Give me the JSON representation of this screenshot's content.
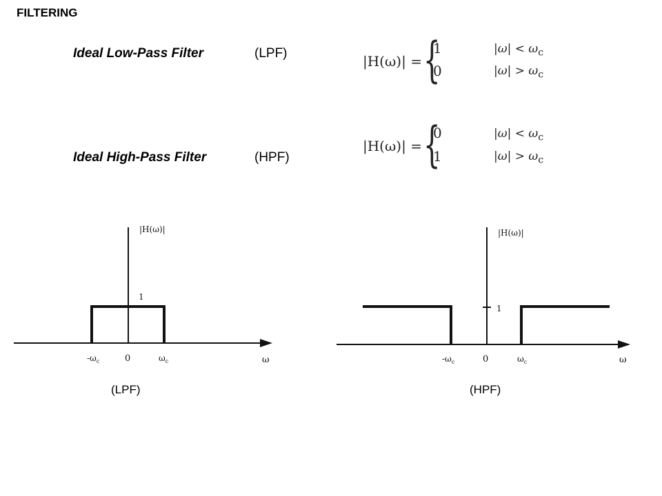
{
  "title": "FILTERING",
  "lpf": {
    "name": "Ideal Low-Pass Filter",
    "tag": "(LPF)",
    "eq_lhs": "|H(ω)| =",
    "cases": [
      {
        "value": "1",
        "condition": "|ω| < ω",
        "sub": "c"
      },
      {
        "value": "0",
        "condition": "|ω| > ω",
        "sub": "c"
      }
    ],
    "plot": {
      "ylabel": "|H(ω)|",
      "xlabel": "ω",
      "level_label": "1",
      "ticks": [
        "-ω",
        "0",
        "ω"
      ],
      "tick_subs": [
        "c",
        "",
        "c"
      ],
      "caption": "(LPF)"
    }
  },
  "hpf": {
    "name": "Ideal High-Pass Filter",
    "tag": "(HPF)",
    "eq_lhs": "|H(ω)| =",
    "cases": [
      {
        "value": "0",
        "condition": "|ω| < ω",
        "sub": "c"
      },
      {
        "value": "1",
        "condition": "|ω| > ω",
        "sub": "c"
      }
    ],
    "plot": {
      "ylabel": "|H(ω)|",
      "xlabel": "ω",
      "level_label": "1",
      "ticks": [
        "-ω",
        "0",
        "ω"
      ],
      "tick_subs": [
        "c",
        "",
        "c"
      ],
      "caption": "(HPF)"
    }
  }
}
